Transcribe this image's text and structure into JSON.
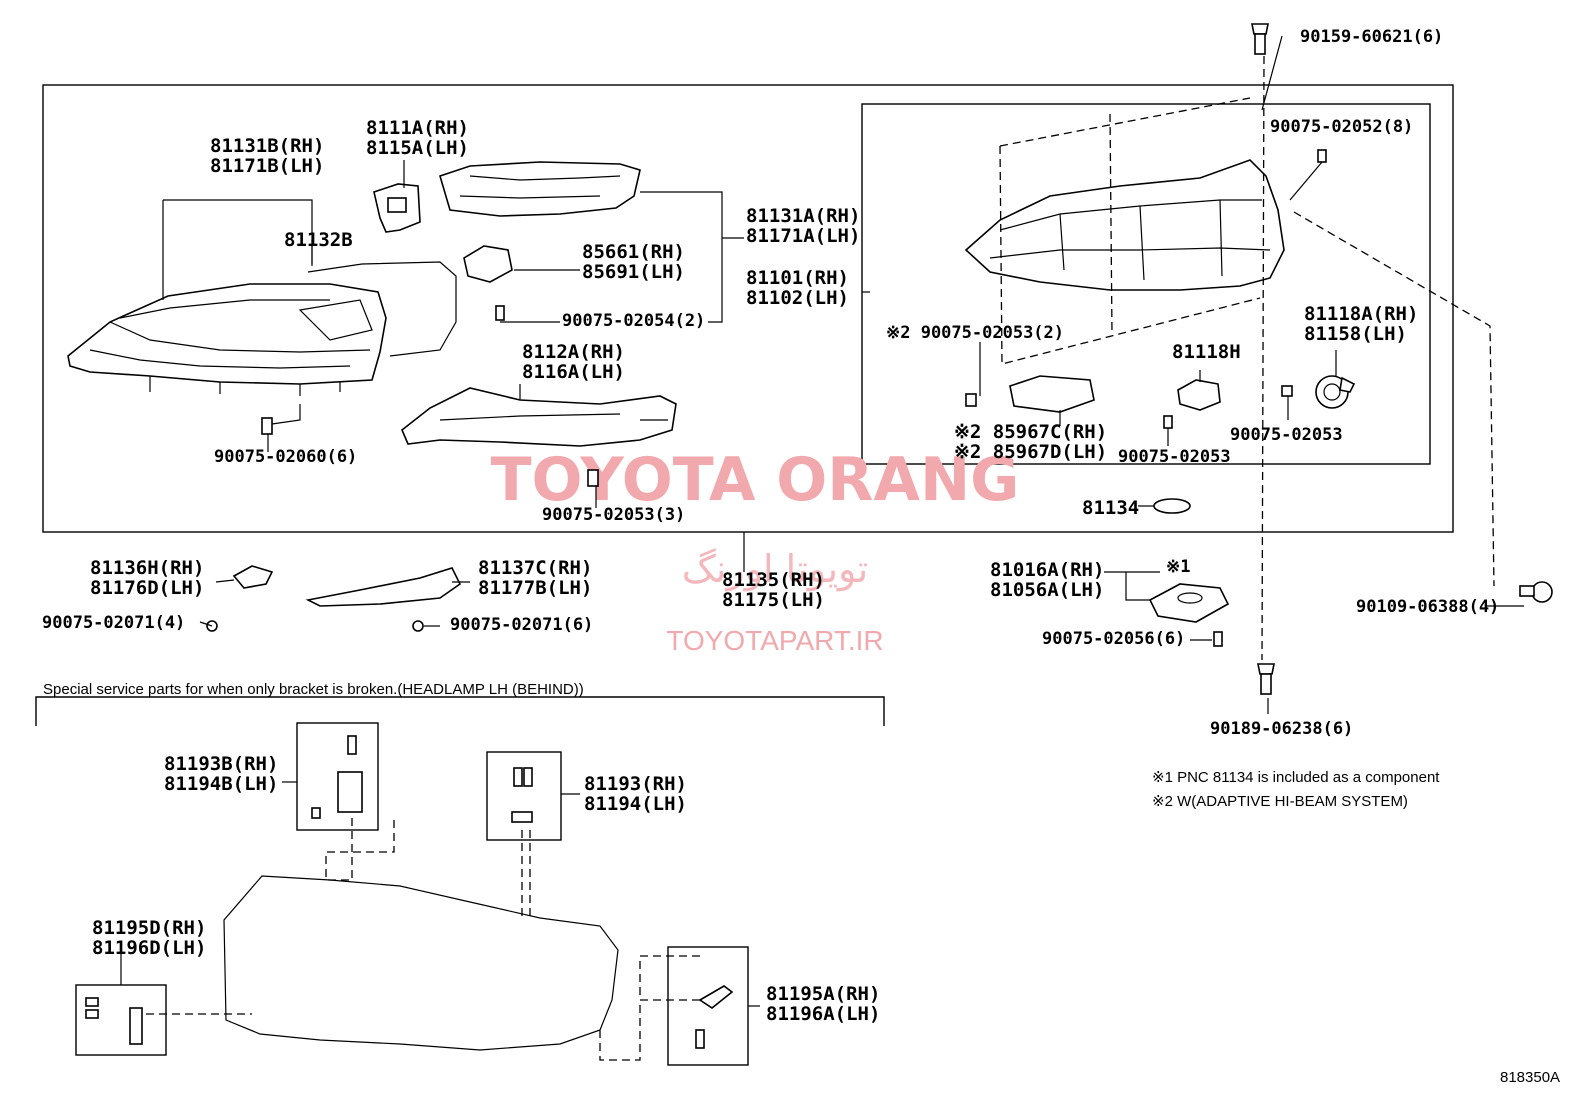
{
  "diagram_code": "818350A",
  "watermark": {
    "brand": "TOYOTA ORANG",
    "brand_fa": "تویوتا اورنگ",
    "site": "TOYOTAPART.IR"
  },
  "section_caption": "Special service parts for when only bracket is broken.(HEADLAMP LH (BEHIND))",
  "notes": [
    "※1 PNC 81134 is included as a component",
    "※2 W(ADAPTIVE HI-BEAM SYSTEM)"
  ],
  "labels": {
    "l_81131B": "81131B(RH)",
    "l_81171B": "81171B(LH)",
    "l_8111A": "8111A(RH)",
    "l_8115A": "8115A(LH)",
    "l_81132B": "81132B",
    "l_81131A": "81131A(RH)",
    "l_81171A": "81171A(LH)",
    "l_85661": "85661(RH)",
    "l_85691": "85691(LH)",
    "l_81101": "81101(RH)",
    "l_81102": "81102(LH)",
    "l_90075_02054": "90075-02054(2)",
    "l_8112A": "8112A(RH)",
    "l_8116A": "8116A(LH)",
    "l_90075_02060": "90075-02060(6)",
    "l_90075_02053_3": "90075-02053(3)",
    "l_90159": "90159-60621(6)",
    "l_90075_02052": "90075-02052(8)",
    "l_90075_02053_2": "※2 90075-02053(2)",
    "l_81118H": "81118H",
    "l_81118A": "81118A(RH)",
    "l_81158": "81158(LH)",
    "l_85967C": "※2  85967C(RH)",
    "l_85967D": "※2  85967D(LH)",
    "l_90075_02053_a": "90075-02053",
    "l_90075_02053_b": "90075-02053",
    "l_81134": "81134",
    "l_81136H": "81136H(RH)",
    "l_81176D": "81176D(LH)",
    "l_81137C": "81137C(RH)",
    "l_81177B": "81177B(LH)",
    "l_81135": "81135(RH)",
    "l_81175": "81175(LH)",
    "l_81016A": "81016A(RH)",
    "l_81056A": "81056A(LH)",
    "l_note1_mark": "※1",
    "l_90075_02071_4": "90075-02071(4)",
    "l_90075_02071_6": "90075-02071(6)",
    "l_90075_02056": "90075-02056(6)",
    "l_90109": "90109-06388(4)",
    "l_90189": "90189-06238(6)",
    "l_81193B": "81193B(RH)",
    "l_81194B": "81194B(LH)",
    "l_81193": "81193(RH)",
    "l_81194": "81194(LH)",
    "l_81195D": "81195D(RH)",
    "l_81196D": "81196D(LH)",
    "l_81195A": "81195A(RH)",
    "l_81196A": "81196A(LH)"
  }
}
